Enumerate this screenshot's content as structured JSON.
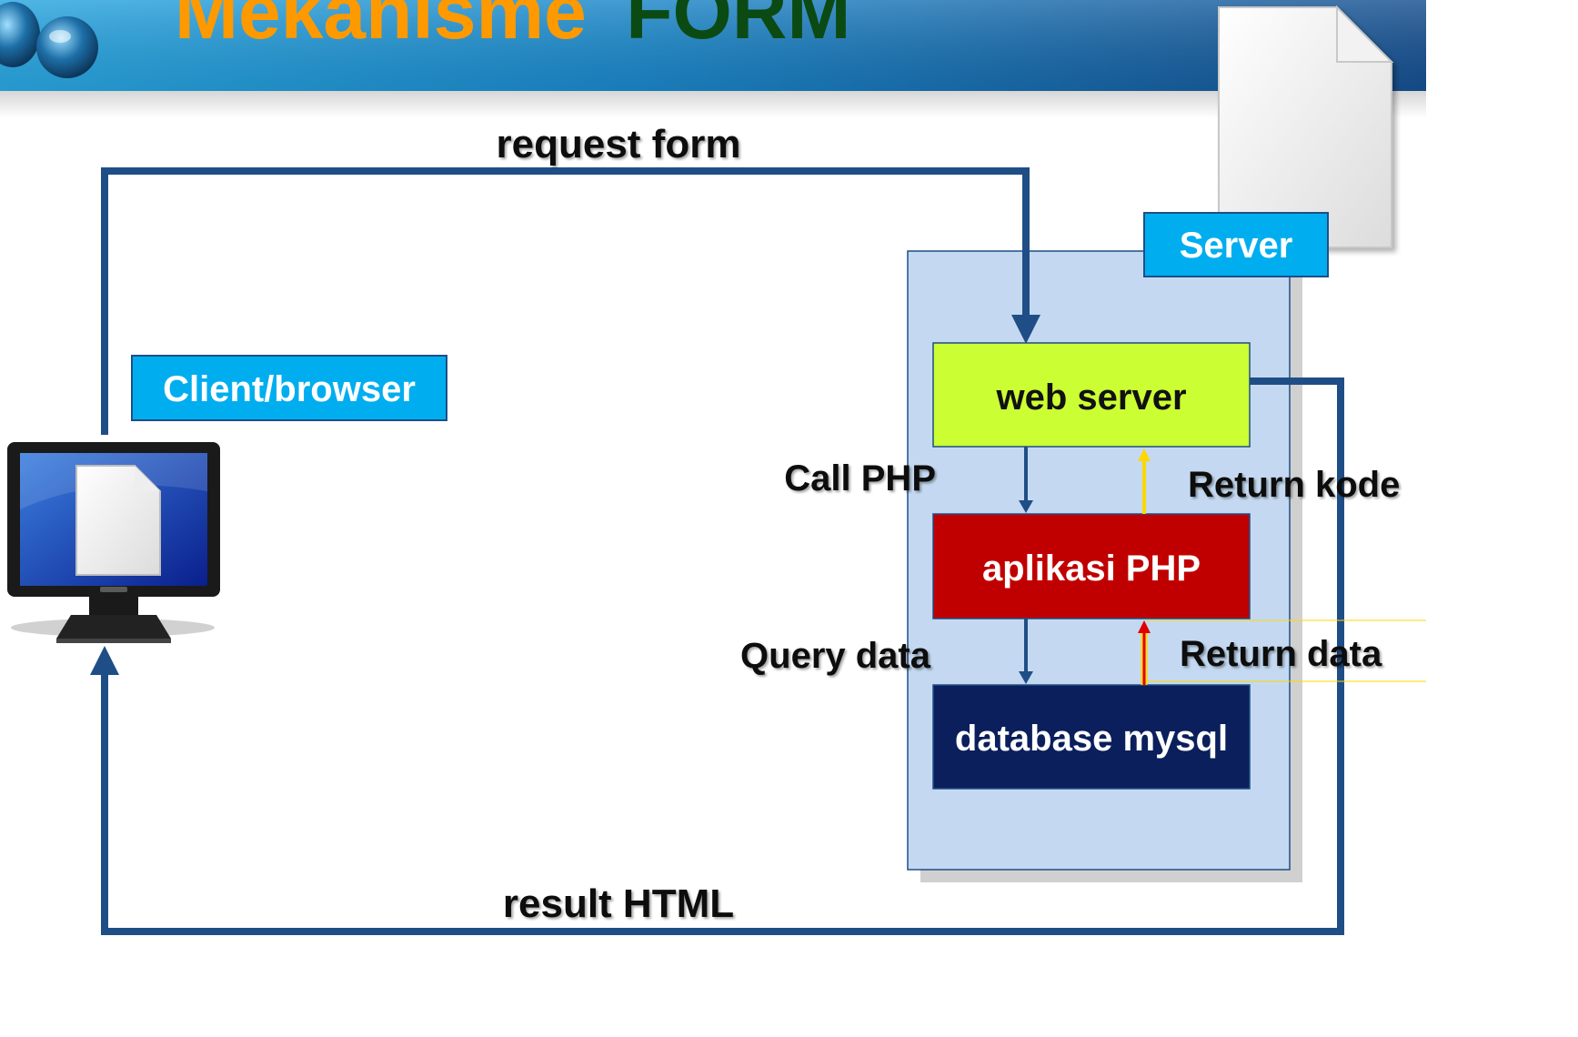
{
  "slide": {
    "title_part1": "Mekanisme",
    "title_part2": "FORM"
  },
  "diagram": {
    "client_label": "Client/browser",
    "server_label": "Server",
    "web_server": "web server",
    "php_app": "aplikasi PHP",
    "database": "database mysql",
    "request": "request form",
    "result": "result HTML",
    "call_php": "Call PHP",
    "return_code": "Return kode",
    "query_data": "Query data",
    "return_data": "Return data"
  },
  "colors": {
    "header_blue": "#1a75b8",
    "title_orange": "#ff9900",
    "title_green": "#0b4a12",
    "flow_line": "#1f4e86",
    "label_cyan": "#00aeef",
    "server_panel": "#c4d9f1",
    "web_server_fill": "#ccff33",
    "php_fill": "#c00000",
    "db_fill": "#0a1f5c",
    "return_code_arrow": "#ffd700",
    "return_data_arrow": "#e00000"
  }
}
